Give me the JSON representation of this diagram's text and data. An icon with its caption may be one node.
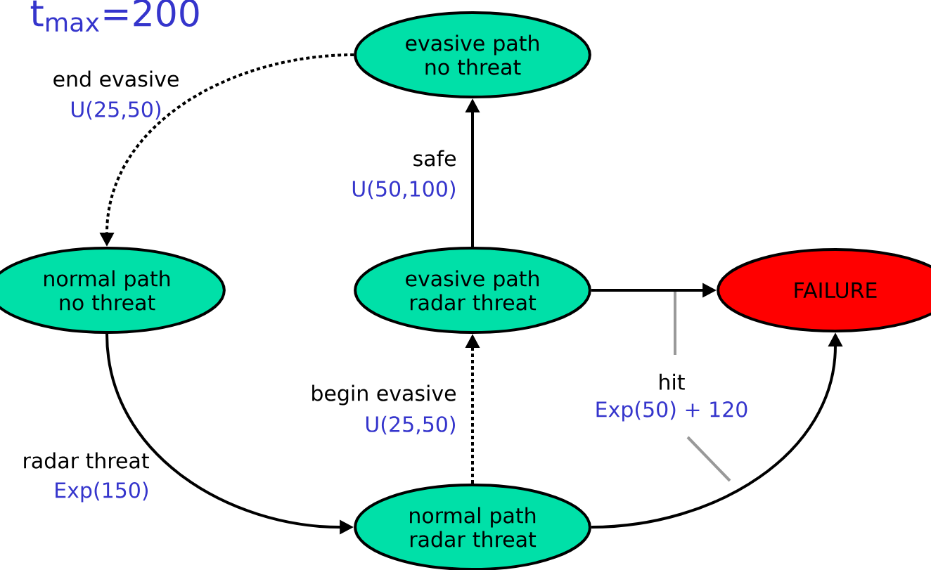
{
  "diagram": {
    "nodes": [
      {
        "text": [
          "evasive path no threat"
        ]
      },
      {
        "text": [
          "normal path no threat"
        ]
      },
      {
        "text": [
          "evasive path radar threat"
        ]
      },
      {
        "text": [
          "FAILURE"
        ]
      },
      {
        "text": [
          "normal path radar threat"
        ]
      }
    ],
    "edges": [
      {
        "from": 0,
        "to": 1,
        "arrow": "to",
        "style": "dashed",
        "label": "end evasive"
      },
      {
        "from": 1,
        "to": 4,
        "arrow": "to",
        "label": "radar threat"
      },
      {
        "from": 4,
        "to": 2,
        "arrow": "to",
        "style": "dashed",
        "label": "begin evasive"
      },
      {
        "from": 2,
        "to": 0,
        "arrow": "to",
        "label": "safe"
      },
      {
        "from": 2,
        "to": 3,
        "arrow": "to",
        "label": "hit"
      },
      {
        "from": 4,
        "to": 3,
        "arrow": "to"
      }
    ],
    "labels": [
      "t$_{max}$=200",
      "U(25,50)",
      "U(50,100)",
      "Exp(50) + 120",
      "U(25,50)",
      "Exp(150)"
    ]
  }
}
